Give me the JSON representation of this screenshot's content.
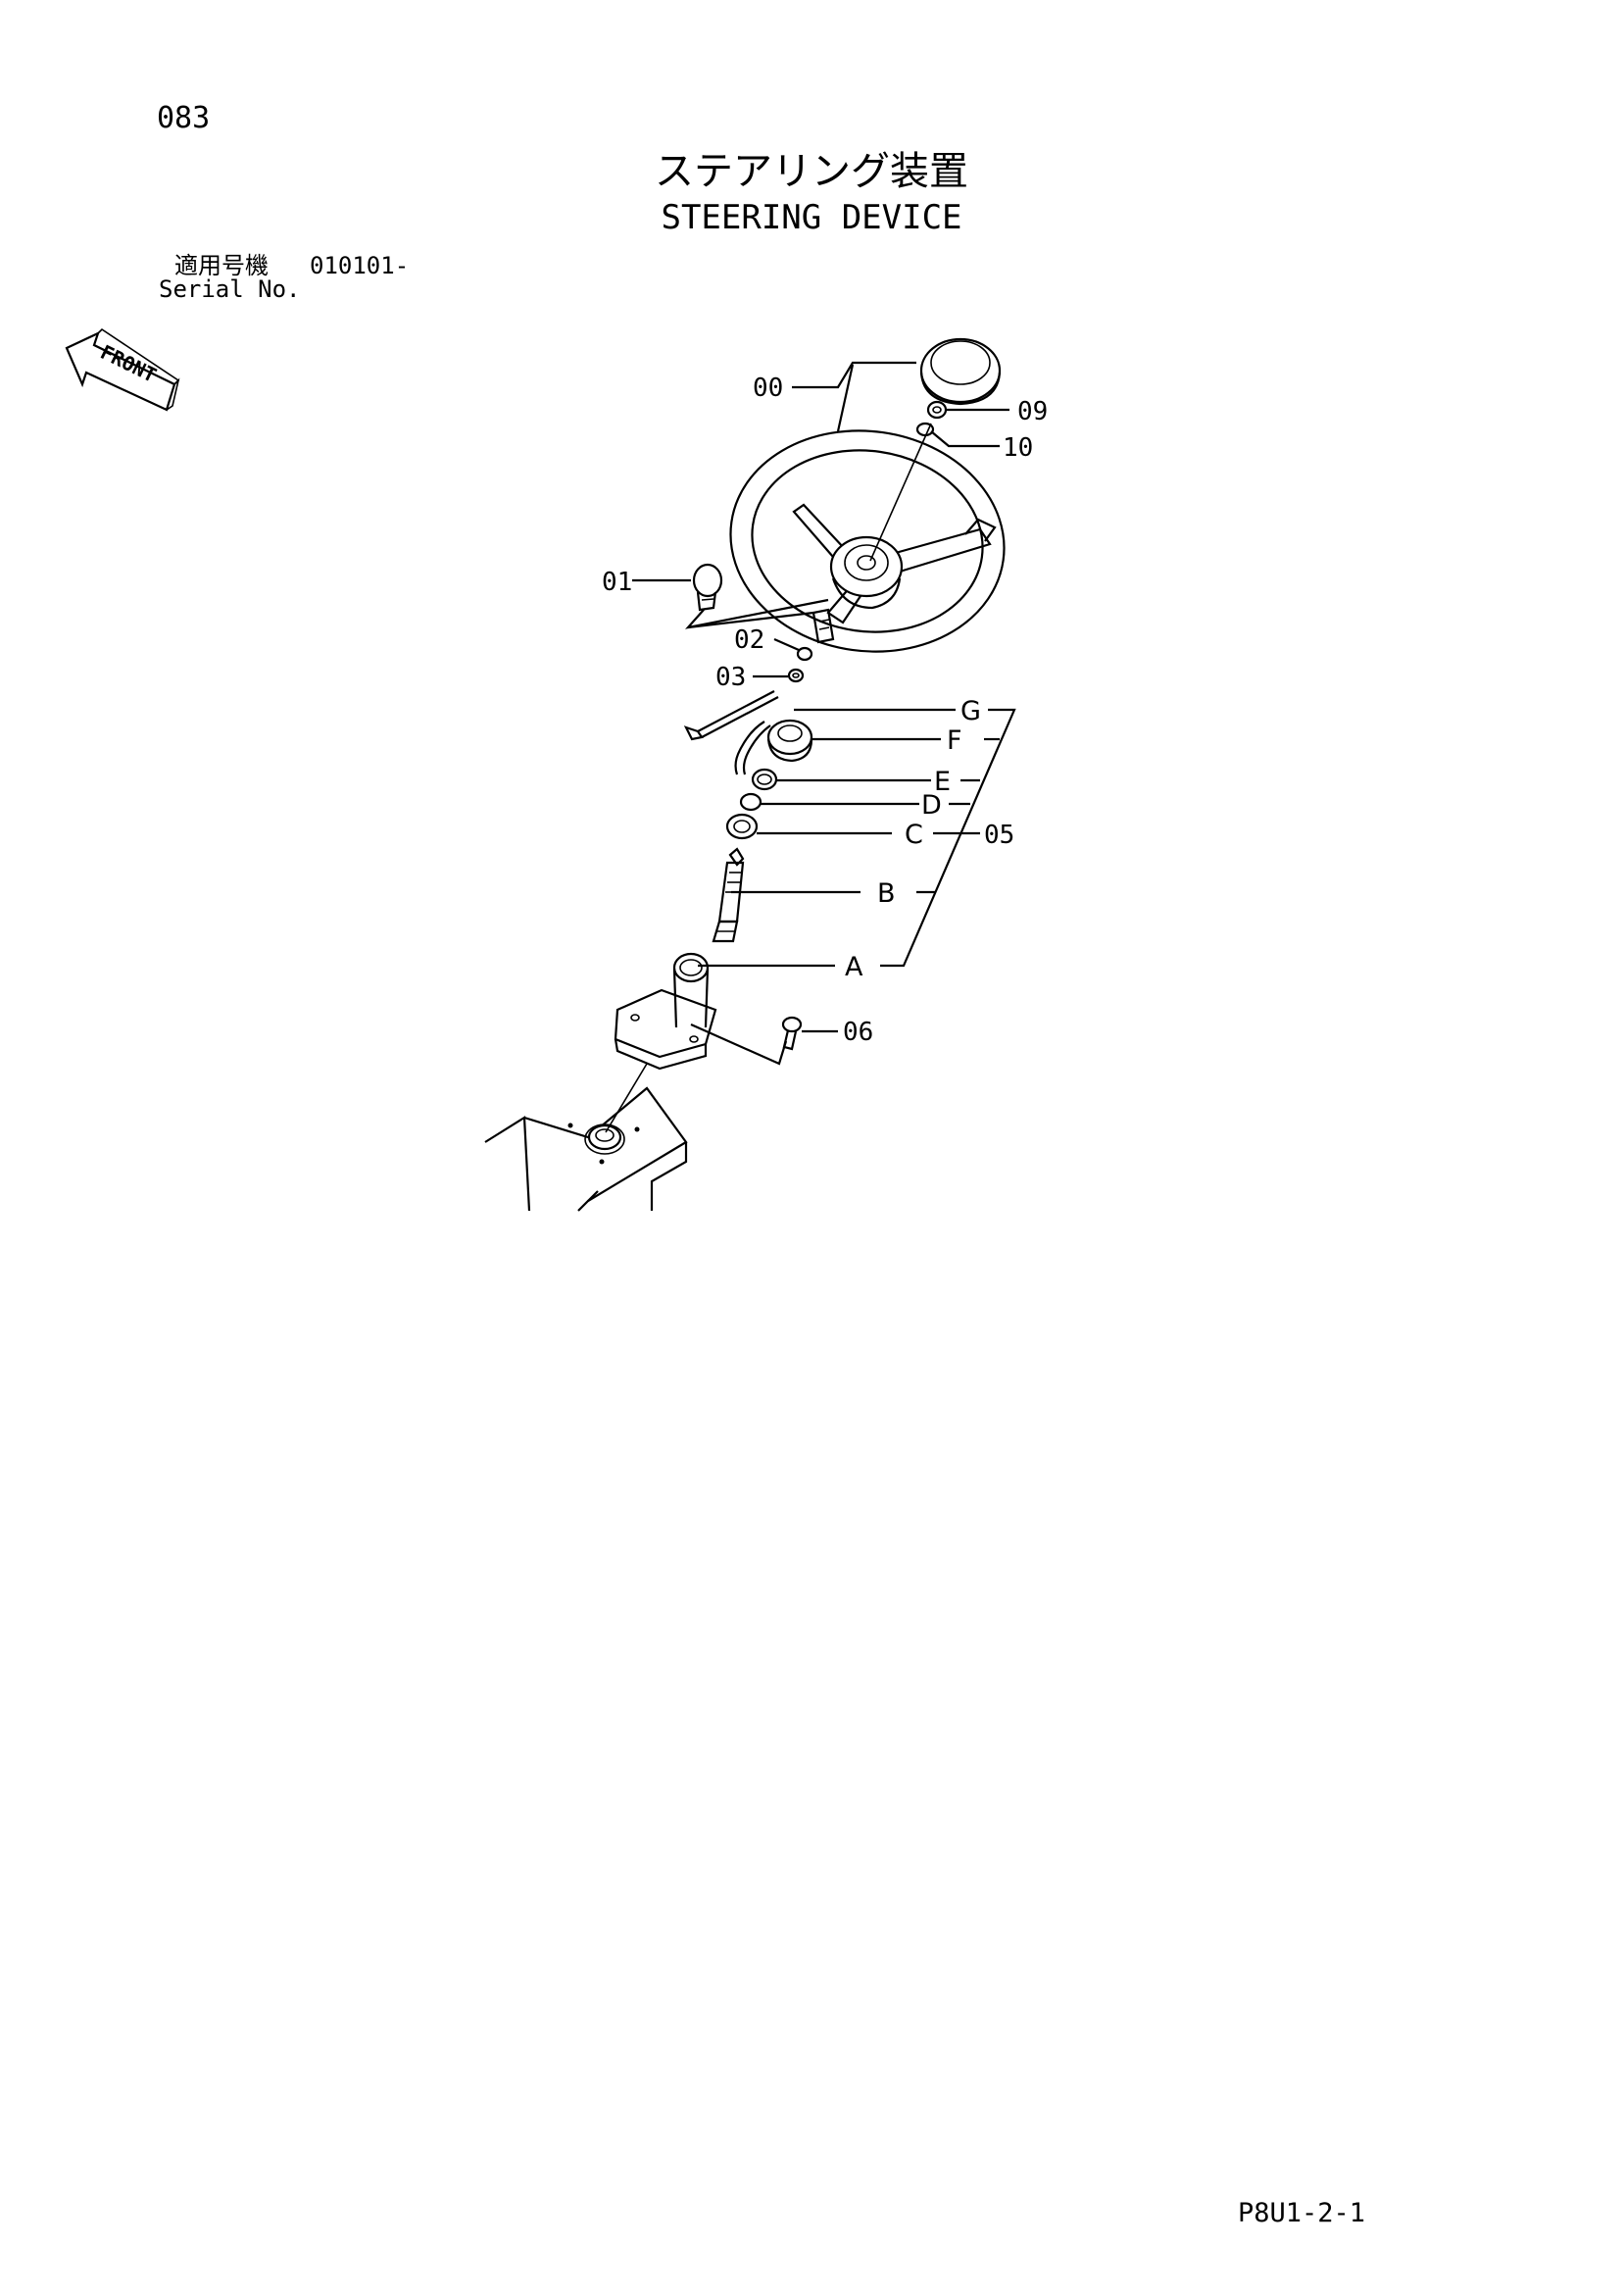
{
  "page": {
    "number": "083",
    "footer_code": "P8U1-2-1"
  },
  "title": {
    "japanese": "ステアリング装置",
    "english": "STEERING DEVICE"
  },
  "serial": {
    "label_jp": "適用号機",
    "value": "010101-",
    "label_en": "Serial No."
  },
  "front_indicator": {
    "text": "FRONT"
  },
  "callouts": {
    "c00": "00",
    "c09": "09",
    "c10": "10",
    "c01": "01",
    "c02": "02",
    "c03": "03",
    "c05": "05",
    "c06": "06",
    "G": "G",
    "F": "F",
    "E": "E",
    "D": "D",
    "C": "C",
    "B": "B",
    "A": "A"
  }
}
